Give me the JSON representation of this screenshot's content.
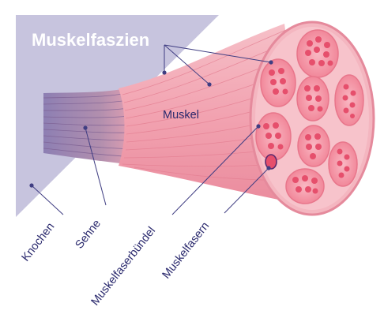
{
  "labels": {
    "fascia": "Muskelfaszien",
    "muscle": "Muskel",
    "bone": "Knochen",
    "tendon": "Sehne",
    "bundle": "Muskelfaserbündel",
    "fibers": "Muskelfasern"
  },
  "colors": {
    "bone": "#c7c4de",
    "fascia_title": "#ffffff",
    "label_text": "#2b2a6e",
    "leader_line": "#3f3d82",
    "muscle": "#f2a9b4",
    "muscle_stripe": "#e37d90",
    "tendon": "#b98fa9",
    "fascicle": "#f07e92",
    "fiber": "#e64f6c"
  }
}
